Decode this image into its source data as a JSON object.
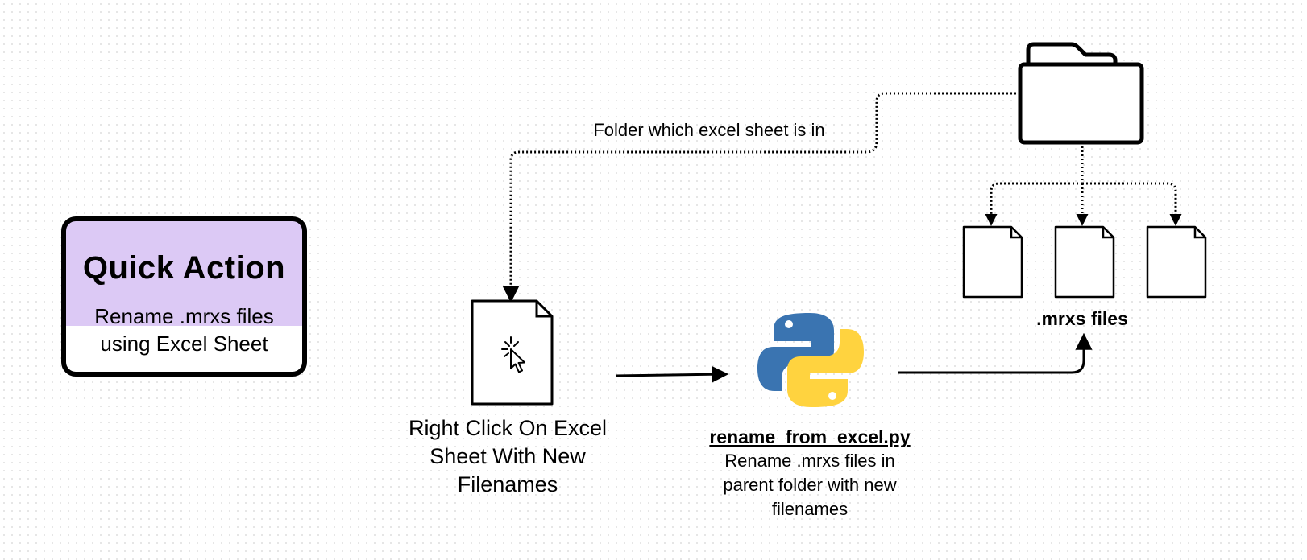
{
  "quick_action": {
    "title": "Quick Action",
    "subtitle_line1": "Rename .mrxs files",
    "subtitle_line2": "using Excel Sheet",
    "header_color": "#dcc9f5"
  },
  "folder_arrow_label": "Folder which excel sheet is in",
  "excel_step": {
    "line1": "Right Click On Excel",
    "line2": "Sheet With New",
    "line3": "Filenames"
  },
  "script_step": {
    "filename": "rename_from_excel.py",
    "desc_line1": "Rename .mrxs files in",
    "desc_line2": "parent folder with new",
    "desc_line3": "filenames"
  },
  "mrxs_label": ".mrxs files",
  "icons": {
    "folder": "folder-icon",
    "excel_file": "document-icon",
    "cursor": "cursor-click-icon",
    "python": "python-logo-icon",
    "output_files": "document-icon"
  },
  "colors": {
    "python_blue": "#3a74b1",
    "python_yellow": "#ffd33f",
    "card_header": "#dcc9f5"
  }
}
